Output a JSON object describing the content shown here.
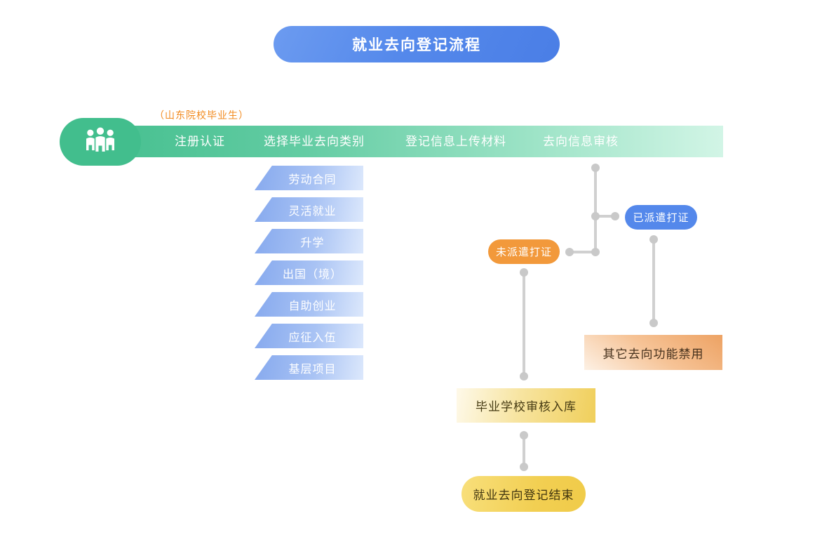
{
  "title": {
    "label": "就业去向登记流程"
  },
  "process": {
    "audience_note": "（山东院校毕业生）",
    "entry_icon": "people-group-icon",
    "steps": [
      {
        "label": "注册认证"
      },
      {
        "label": "选择毕业去向类别"
      },
      {
        "label": "登记信息上传材料"
      },
      {
        "label": "去向信息审核"
      }
    ]
  },
  "categories": [
    {
      "label": "劳动合同"
    },
    {
      "label": "灵活就业"
    },
    {
      "label": "升学"
    },
    {
      "label": "出国（境）"
    },
    {
      "label": "自助创业"
    },
    {
      "label": "应征入伍"
    },
    {
      "label": "基层项目"
    }
  ],
  "review_flow": {
    "dispatched": {
      "label": "已派遣打证"
    },
    "not_dispatched": {
      "label": "未派遣打证"
    },
    "other_disabled": {
      "label": "其它去向功能禁用"
    },
    "school_review": {
      "label": "毕业学校审核入库"
    },
    "finish": {
      "label": "就业去向登记结束"
    }
  },
  "colors": {
    "title_blue": "#5589EB",
    "bar_green": "#42BE8D",
    "bar_green_light": "#D2F5E6",
    "category_blue_start": "#86A9EE",
    "category_blue_end": "#DCE8FC",
    "pill_blue": "#5488EB",
    "pill_orange": "#F2993B",
    "box_orange": "#EDA263",
    "box_yellow": "#F0CF5B",
    "pill_yellow": "#F2CF52",
    "note_orange": "#F28A1E",
    "connector_gray": "#C9C9C9"
  }
}
